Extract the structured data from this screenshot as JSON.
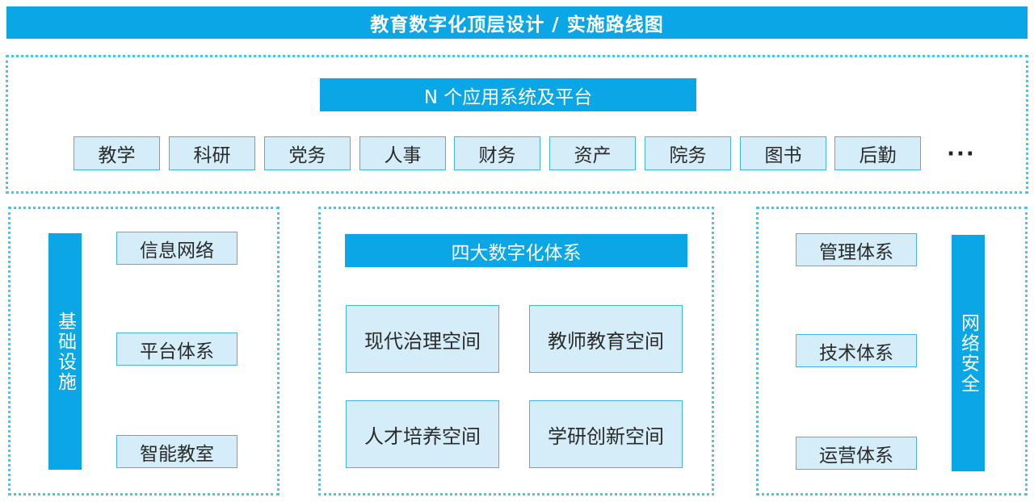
{
  "title": "教育数字化顶层设计 / 实施路线图",
  "apps": {
    "title": "N 个应用系统及平台",
    "items": [
      "教学",
      "科研",
      "党务",
      "人事",
      "财务",
      "资产",
      "院务",
      "图书",
      "后勤"
    ],
    "more": "···"
  },
  "infrastructure": {
    "label": "基础设施",
    "items": [
      "信息网络",
      "平台体系",
      "智能教室"
    ]
  },
  "digital_systems": {
    "title": "四大数字化体系",
    "spaces": [
      "现代治理空间",
      "教师教育空间",
      "人才培养空间",
      "学研创新空间"
    ]
  },
  "network_security": {
    "label": "网络安全",
    "items": [
      "管理体系",
      "技术体系",
      "运营体系"
    ]
  },
  "colors": {
    "accent": "#0aa6e6",
    "box_fill": "#d4edf8",
    "box_border": "#41b4e2",
    "dotted_border": "#4cc4ea"
  }
}
